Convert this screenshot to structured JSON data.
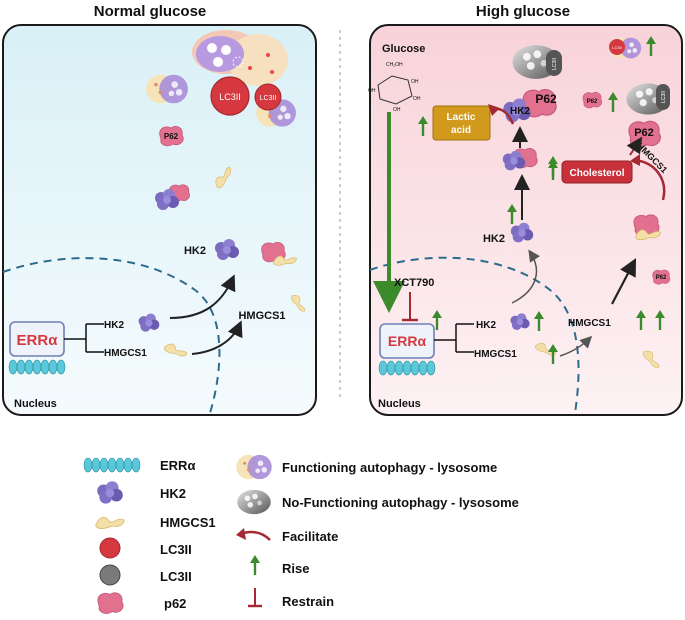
{
  "panels": {
    "left_title": "Normal glucose",
    "right_title": "High glucose"
  },
  "left": {
    "lc3ii_a": "LC3II",
    "lc3ii_b": "LC3II",
    "p62": "P62",
    "hk2_out": "HK2",
    "hmgcs1_out": "HMGCS1",
    "erra": "ERRα",
    "hk2_in": "HK2",
    "hmgcs1_in": "HMGCS1",
    "nucleus": "Nucleus"
  },
  "right": {
    "glucose": "Glucose",
    "ch2oh": "CH₂OH",
    "oh": "OH",
    "lc3_grey_a": "LC3II",
    "lc3_grey_b": "LC3II",
    "p62_top": "P62",
    "hk2_top": "HK2",
    "lactic_1": "Lactic",
    "lactic_2": "acid",
    "lc3ii_small": "LC3II",
    "p62_small": "P62",
    "p62_right": "P62",
    "hmgcs1_tag": "HMGCS1",
    "cholesterol": "Cholesterol",
    "hk2_mid": "HK2",
    "xct790": "XCT790",
    "p62_low": "P62",
    "erra": "ERRα",
    "hk2_in": "HK2",
    "hmgcs1_in": "HMGCS1",
    "hmgcs1_out": "HMGCS1",
    "nucleus": "Nucleus"
  },
  "legend": {
    "erra": "ERRα",
    "hk2": "HK2",
    "hmgcs1": "HMGCS1",
    "lc3ii_red": "LC3II",
    "lc3ii_grey": "LC3II",
    "p62": "p62",
    "functioning": "Functioning autophagy - lysosome",
    "nonfunctioning": "No-Functioning autophagy - lysosome",
    "facilitate": "Facilitate",
    "rise": "Rise",
    "restrain": "Restrain"
  },
  "colors": {
    "left_bg": "#e3f4fa",
    "right_bg": "#fbe1e5",
    "lc3_red": "#d6383f",
    "hk2_purple": "#7b6cc0",
    "hmgcs1_yellow": "#f5dfa8",
    "p62_pink": "#e2708f",
    "rise_green": "#3b8a2b",
    "restrain_red": "#a32a33",
    "lactic_gold": "#d19a1c",
    "cholesterol_red": "#c8313a"
  }
}
